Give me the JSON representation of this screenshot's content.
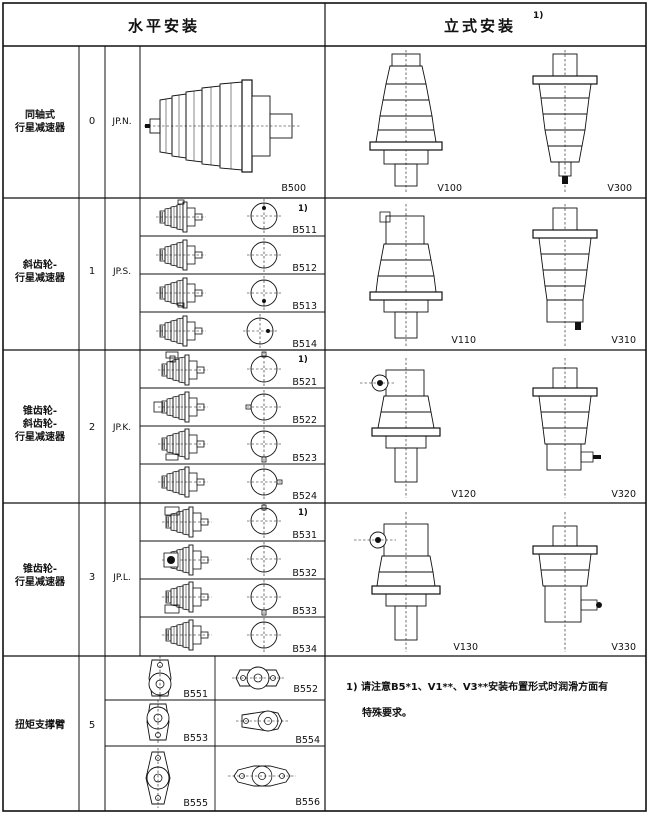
{
  "header": {
    "horizontal": "水平安装",
    "vertical": "立式安装",
    "vertical_note_mark": "1)"
  },
  "rows": [
    {
      "name_line1": "同轴式",
      "name_line2": "行星减速器",
      "name_line3": "",
      "number": "0",
      "series": "JP.N."
    },
    {
      "name_line1": "斜齿轮-",
      "name_line2": "行星减速器",
      "name_line3": "",
      "number": "1",
      "series": "JP.S."
    },
    {
      "name_line1": "锥齿轮-",
      "name_line2": "斜齿轮-",
      "name_line3": "行星减速器",
      "number": "2",
      "series": "JP.K."
    },
    {
      "name_line1": "锥齿轮-",
      "name_line2": "行星减速器",
      "name_line3": "",
      "number": "3",
      "series": "JP.L."
    },
    {
      "name_line1": "扭矩支撑臂",
      "name_line2": "",
      "name_line3": "",
      "number": "5",
      "series": ""
    }
  ],
  "horizontal_codes": {
    "n": "B500",
    "s": [
      "B511",
      "B512",
      "B513",
      "B514"
    ],
    "k": [
      "B521",
      "B522",
      "B523",
      "B524"
    ],
    "l": [
      "B531",
      "B532",
      "B533",
      "B534"
    ],
    "first_mark": "1)"
  },
  "vertical_codes": {
    "n": [
      "V100",
      "V300"
    ],
    "s": [
      "V110",
      "V310"
    ],
    "k": [
      "V120",
      "V320"
    ],
    "l": [
      "V130",
      "V330"
    ]
  },
  "arm_codes": [
    "B551",
    "B552",
    "B553",
    "B554",
    "B555",
    "B556"
  ],
  "note": {
    "line1": "1) 请注意B5*1、V1**、V3**安装布置形式时润滑方面有",
    "line2": "特殊要求。"
  }
}
